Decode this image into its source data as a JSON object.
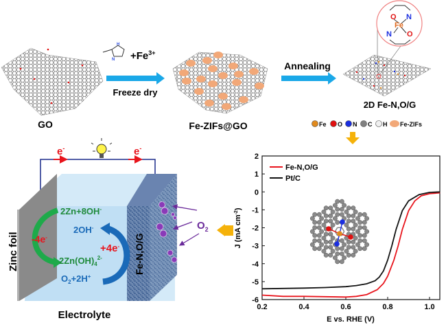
{
  "synthesis": {
    "go_label": "GO",
    "reagent_label": "+Fe",
    "reagent_sup": "3+",
    "imidazole_n1": "N",
    "imidazole_nh": "H",
    "step1_label": "Freeze dry",
    "intermediate_label": "Fe-ZIFs@GO",
    "step2_label": "Annealing",
    "product_label": "2D Fe-N,O/G",
    "inset_atoms": {
      "fe": "Fe",
      "o": "O",
      "n": "N"
    }
  },
  "legend": [
    {
      "label": "Fe",
      "color": "#e08a1e"
    },
    {
      "label": "O",
      "color": "#e01010"
    },
    {
      "label": "N",
      "color": "#1a2ee0"
    },
    {
      "label": "C",
      "color": "#808080"
    },
    {
      "label": "H",
      "color": "#f0f0f0"
    },
    {
      "label": "Fe-ZIFs",
      "color": "#f2a878"
    }
  ],
  "battery": {
    "electron_left": "e",
    "electron_right": "e",
    "electron_sup": "-",
    "anode_label": "Zinc foil",
    "cathode_label": "Fe-N,O/G",
    "electrolyte_label": "Electrolyte",
    "anode_reactant": "2Zn+8OH",
    "anode_reactant_sup": "-",
    "anode_product": "2Zn(OH)",
    "anode_product_sub": "4",
    "anode_product_sup": "2-",
    "anode_electrons": "-4e",
    "cathode_product": "2OH",
    "cathode_reactant": "O",
    "cathode_reactant_rest": "+2H",
    "cathode_electrons": "+4e",
    "oxygen_label": "O",
    "oxygen_sub": "2"
  },
  "chart_data": {
    "type": "line",
    "xlabel": "E vs. RHE (V)",
    "ylabel": "J (mA cm",
    "ylabel_sup": "-2",
    "ylabel_end": ")",
    "xlim": [
      0.2,
      1.05
    ],
    "ylim": [
      -6,
      2
    ],
    "xticks": [
      "0.2",
      "0.4",
      "0.6",
      "0.8",
      "1.0"
    ],
    "xtick_values": [
      0.2,
      0.4,
      0.6,
      0.8,
      1.0
    ],
    "yticks": [
      "2",
      "1",
      "0",
      "-1",
      "-2",
      "-3",
      "-4",
      "-5",
      "-6"
    ],
    "ytick_values": [
      2,
      1,
      0,
      -1,
      -2,
      -3,
      -4,
      -5,
      -6
    ],
    "legend_position": "top-left",
    "series": [
      {
        "name": "Fe-N,O/G",
        "color": "#e8141c",
        "x": [
          0.2,
          0.3,
          0.4,
          0.5,
          0.6,
          0.65,
          0.7,
          0.75,
          0.78,
          0.8,
          0.83,
          0.85,
          0.87,
          0.9,
          0.93,
          0.96,
          1.0,
          1.05
        ],
        "y": [
          -5.75,
          -5.82,
          -5.82,
          -5.84,
          -5.86,
          -5.82,
          -5.72,
          -5.45,
          -5.1,
          -4.7,
          -3.8,
          -3.0,
          -2.1,
          -1.05,
          -0.5,
          -0.22,
          -0.1,
          -0.05
        ]
      },
      {
        "name": "Pt/C",
        "color": "#111111",
        "x": [
          0.2,
          0.3,
          0.4,
          0.5,
          0.6,
          0.65,
          0.7,
          0.74,
          0.76,
          0.78,
          0.8,
          0.82,
          0.84,
          0.87,
          0.9,
          0.95,
          1.0,
          1.05
        ],
        "y": [
          -5.4,
          -5.38,
          -5.36,
          -5.33,
          -5.28,
          -5.22,
          -5.12,
          -4.95,
          -4.75,
          -4.4,
          -3.8,
          -3.0,
          -2.1,
          -1.05,
          -0.5,
          -0.15,
          -0.03,
          0.0
        ]
      }
    ]
  }
}
